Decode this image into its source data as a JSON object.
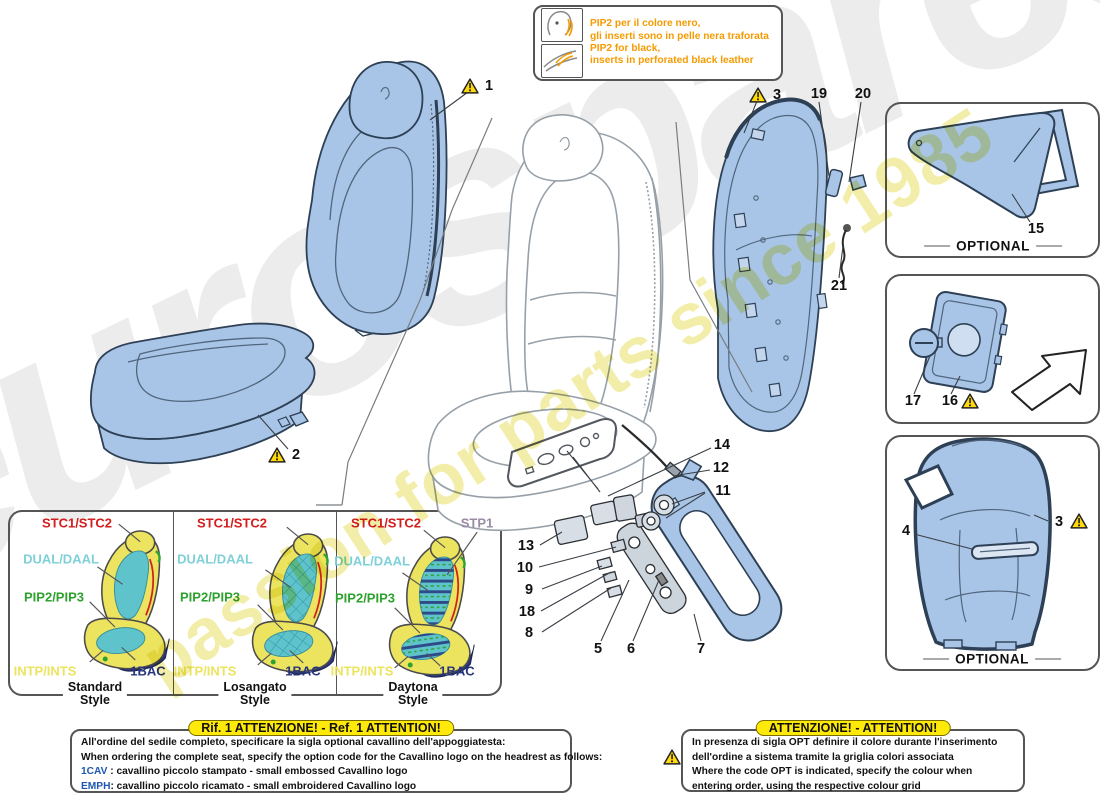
{
  "watermark": {
    "brand": "eurospares",
    "tagline": "passion for parts since 1985"
  },
  "note_box": {
    "it_line1": "PIP2 per il colore nero,",
    "it_line2": "gli inserti sono in pelle nera traforata",
    "en_line1": "PIP2 for black,",
    "en_line2": "inserts in perforated black leather"
  },
  "style_labels": {
    "stc": "STC1/STC2",
    "dual": "DUAL/DAAL",
    "pip": "PIP2/PIP3",
    "intp": "INTP/INTS",
    "bac": "1BAC",
    "stp1": "STP1"
  },
  "style_panels": [
    {
      "caption1": "Standard",
      "caption2": "Style"
    },
    {
      "caption1": "Losangato",
      "caption2": "Style"
    },
    {
      "caption1": "Daytona",
      "caption2": "Style"
    }
  ],
  "optional_label": "OPTIONAL",
  "part_numbers": {
    "p1": "1",
    "p2": "2",
    "p3": "3",
    "p4": "4",
    "p5": "5",
    "p6": "6",
    "p7": "7",
    "p8": "8",
    "p9": "9",
    "p10": "10",
    "p11": "11",
    "p12": "12",
    "p13": "13",
    "p14": "14",
    "p15": "15",
    "p16": "16",
    "p17": "17",
    "p18": "18",
    "p19": "19",
    "p20": "20",
    "p21": "21",
    "p3_optional": "3"
  },
  "attention_left": {
    "title": "Rif. 1 ATTENZIONE! - Ref. 1 ATTENTION!",
    "line1": "All'ordine del sedile completo, specificare la sigla optional cavallino dell'appoggiatesta:",
    "line2": "When ordering the complete seat, specify the option code for the Cavallino logo on the headrest as follows:",
    "code1": "1CAV",
    "code1_rest": " : cavallino piccolo stampato - small embossed Cavallino logo",
    "code2": "EMPH",
    "code2_rest": ": cavallino piccolo ricamato - small embroidered Cavallino logo"
  },
  "attention_right": {
    "title": "ATTENZIONE! - ATTENTION!",
    "line1": "In presenza di sigla OPT definire il colore durante l'inserimento",
    "line2": "dell'ordine a sistema tramite la griglia colori associata",
    "line3": "Where the code OPT is indicated, specify the colour when",
    "line4": "entering order, using the respective colour grid"
  },
  "colors": {
    "seat_blue": "#a8c5e7",
    "outline_navy": "#2e4055",
    "label_red": "#d41d1d",
    "label_teal": "#7fd0d8",
    "label_green": "#2fa12f",
    "label_yellow": "#ece45f",
    "label_navy": "#27357d",
    "label_mauve": "#9a8ba5",
    "note_orange": "#f59b00",
    "attention_yellow": "#ffe908",
    "warning_yellow": "#ffd908"
  }
}
